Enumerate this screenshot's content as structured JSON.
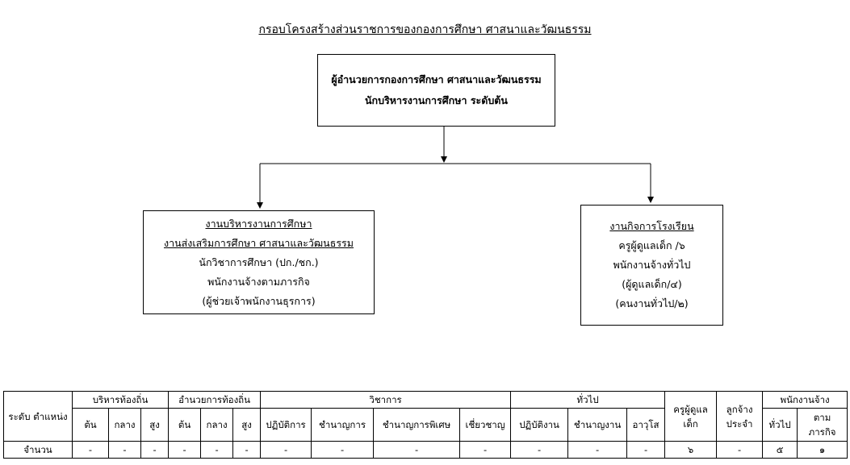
{
  "title": "กรอบโครงสร้างส่วนราชการของกองการศึกษา  ศาสนาและวัฒนธรรม",
  "top_box": {
    "line1": "ผู้อำนวยการกองการศึกษา ศาสนาและวัฒนธรรม",
    "line2": "นักบริหารงานการศึกษา ระดับต้น"
  },
  "left_box": {
    "line1": "งานบริหารงานการศึกษา",
    "line2": "งานส่งเสริมการศึกษา ศาสนาและวัฒนธรรม",
    "line3": "นักวิชาการศึกษา (ปก./ชก.)",
    "line4": "พนักงานจ้างตามภารกิจ",
    "line5": "(ผู้ช่วยเจ้าพนักงานธุรการ)"
  },
  "right_box": {
    "line1": "งานกิจการโรงเรียน",
    "line2": "ครูผู้ดูแลเด็ก /๖",
    "line3": "พนักงานจ้างทั่วไป",
    "line4": "(ผู้ดูแลเด็ก/๔)",
    "line5": "(คนงานทั่วไป/๒)"
  },
  "table": {
    "level_header": "ระดับ ตำแหน่ง",
    "groups": {
      "local_admin": "บริหารท้องถิ่น",
      "local_director": "อำนวยการท้องถิ่น",
      "academic": "วิชาการ",
      "general": "ทั่วไป",
      "caregiver": "ครูผู้ดูแล เด็ก",
      "permanent_worker": "ลูกจ้าง ประจำ",
      "employee": "พนักงานจ้าง"
    },
    "sub": {
      "admin_low": "ต้น",
      "admin_mid": "กลาง",
      "admin_high": "สูง",
      "dir_low": "ต้น",
      "dir_mid": "กลาง",
      "dir_high": "สูง",
      "acad_op": "ปฏิบัติการ",
      "acad_pro": "ชำนาญการ",
      "acad_special": "ชำนาญการพิเศษ",
      "acad_expert": "เชี่ยวชาญ",
      "gen_op": "ปฏิบัติงาน",
      "gen_skill": "ชำนาญงาน",
      "gen_senior": "อาวุโส",
      "emp_general": "ทั่วไป",
      "emp_mission": "ตาม ภารกิจ"
    },
    "row_label": "จำนวน",
    "values": [
      "-",
      "-",
      "-",
      "-",
      "-",
      "-",
      "-",
      "-",
      "-",
      "-",
      "-",
      "-",
      "-",
      "๖",
      "-",
      "๕",
      "๑"
    ]
  }
}
